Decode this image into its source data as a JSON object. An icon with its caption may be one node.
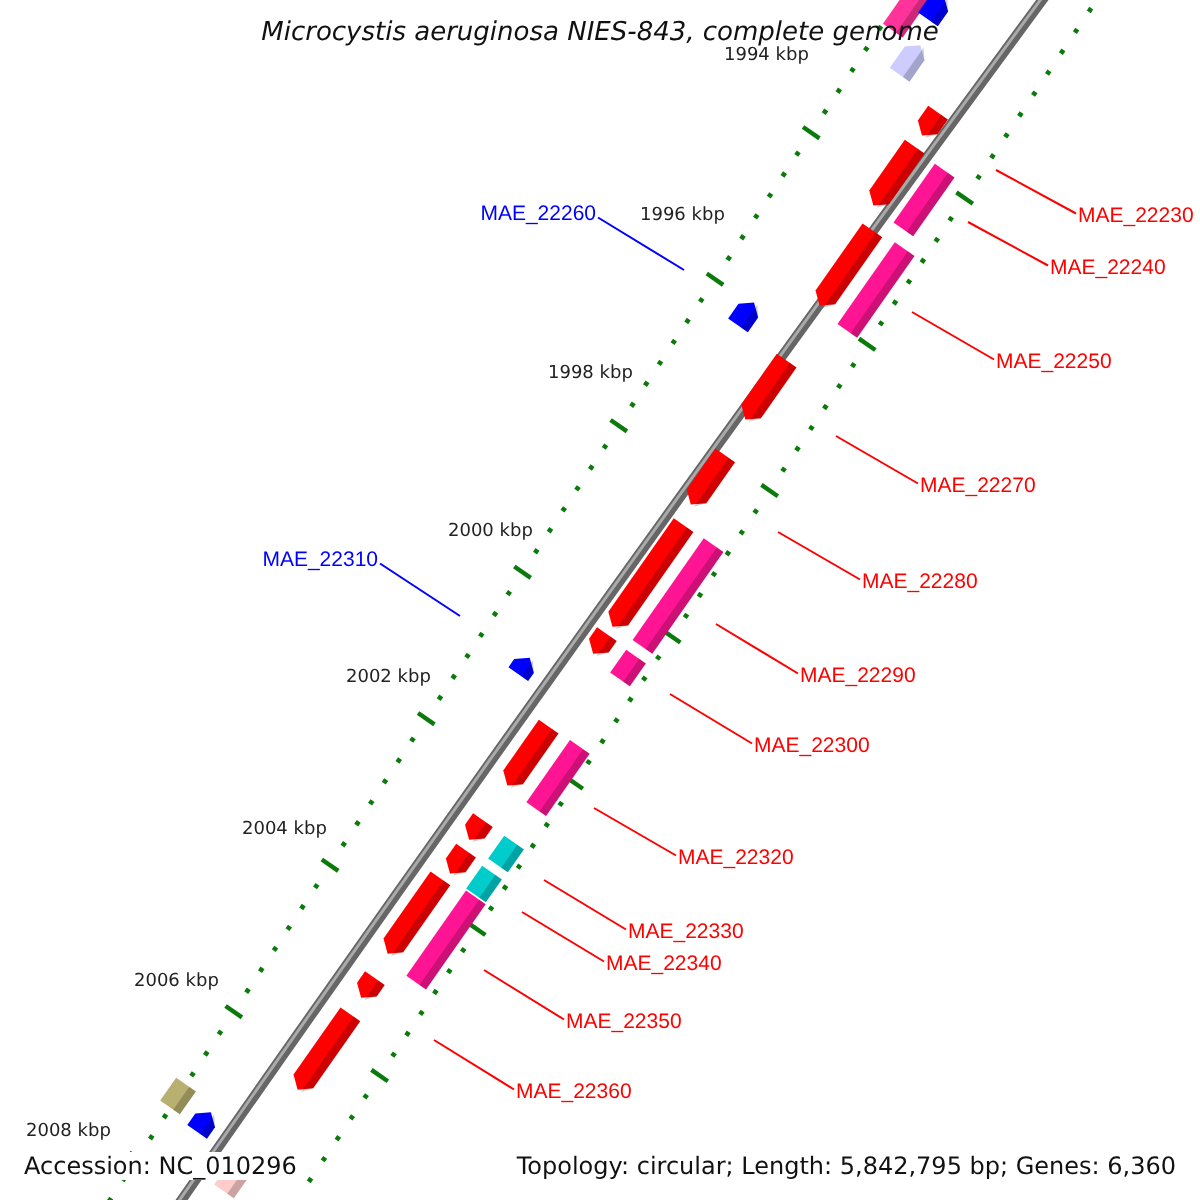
{
  "diagram": {
    "title": "Microcystis aeruginosa NIES-843, complete genome",
    "nodes": [
      {
        "text": [
          "MAE_22230"
        ]
      },
      {
        "text": [
          "MAE_22240"
        ]
      },
      {
        "text": [
          "MAE_22250"
        ]
      },
      {
        "text": [
          "MAE_22260"
        ]
      },
      {
        "text": [
          "MAE_22270"
        ]
      },
      {
        "text": [
          "MAE_22280"
        ]
      },
      {
        "text": [
          "MAE_22290"
        ]
      },
      {
        "text": [
          "MAE_22300"
        ]
      },
      {
        "text": [
          "MAE_22310"
        ]
      },
      {
        "text": [
          "MAE_22320"
        ]
      },
      {
        "text": [
          "MAE_22330"
        ]
      },
      {
        "text": [
          "MAE_22340"
        ]
      },
      {
        "text": [
          "MAE_22350"
        ]
      },
      {
        "text": [
          "MAE_22360"
        ]
      }
    ],
    "edges": [
      {
        "from": 0,
        "to": null,
        "arrow": "none"
      },
      {
        "from": 1,
        "to": null,
        "arrow": "none"
      },
      {
        "from": 2,
        "to": null,
        "arrow": "none"
      },
      {
        "from": 3,
        "to": null,
        "arrow": "none",
        "color": "#0000ff"
      },
      {
        "from": 4,
        "to": null,
        "arrow": "none"
      },
      {
        "from": 5,
        "to": null,
        "arrow": "none"
      },
      {
        "from": 6,
        "to": null,
        "arrow": "none"
      },
      {
        "from": 7,
        "to": null,
        "arrow": "none"
      },
      {
        "from": 8,
        "to": null,
        "arrow": "none",
        "color": "#0000ff"
      },
      {
        "from": 9,
        "to": null,
        "arrow": "none"
      },
      {
        "from": 10,
        "to": null,
        "arrow": "none"
      },
      {
        "from": 11,
        "to": null,
        "arrow": "none"
      },
      {
        "from": 12,
        "to": null,
        "arrow": "none"
      },
      {
        "from": 13,
        "to": null,
        "arrow": "none"
      }
    ],
    "labels": [
      "1994 kbp",
      "1996 kbp",
      "1998 kbp",
      "2000 kbp",
      "2002 kbp",
      "2004 kbp",
      "2006 kbp",
      "2008 kbp",
      "Accession: NC_010296",
      "Topology: circular; Length: 5,842,795 bp; Genes: 6,360"
    ]
  }
}
